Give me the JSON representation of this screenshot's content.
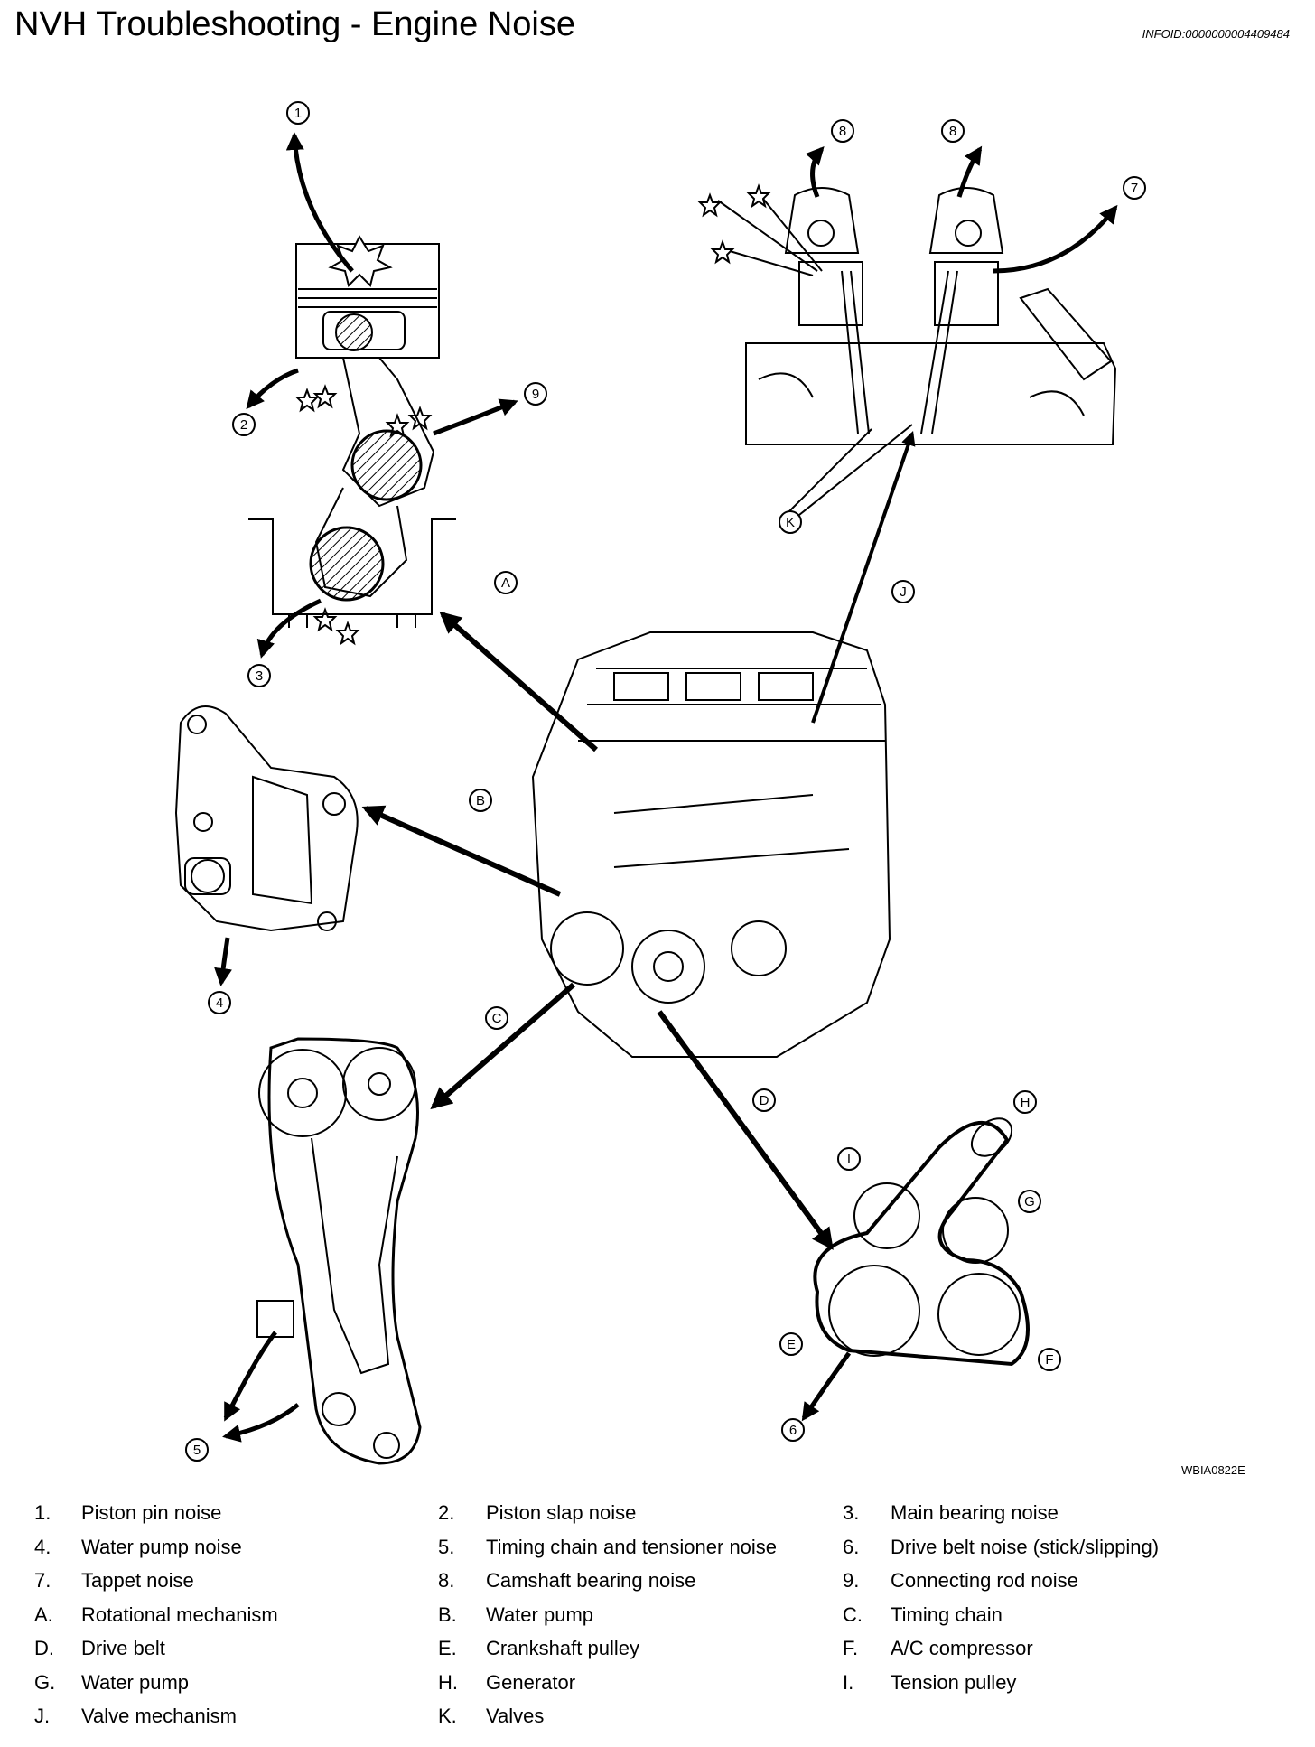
{
  "header": {
    "title": "NVH Troubleshooting - Engine Noise",
    "info_id": "INFOID:0000000004409484"
  },
  "figure": {
    "code": "WBIA0822E",
    "callouts": [
      "1",
      "2",
      "3",
      "4",
      "5",
      "6",
      "7",
      "8",
      "9",
      "A",
      "B",
      "C",
      "D",
      "E",
      "F",
      "G",
      "H",
      "I",
      "J",
      "K"
    ]
  },
  "legend": [
    {
      "key": "1.",
      "label": "Piston pin noise"
    },
    {
      "key": "2.",
      "label": "Piston slap noise"
    },
    {
      "key": "3.",
      "label": "Main bearing noise"
    },
    {
      "key": "4.",
      "label": "Water pump noise"
    },
    {
      "key": "5.",
      "label": "Timing chain and tensioner noise"
    },
    {
      "key": "6.",
      "label": "Drive belt noise (stick/slipping)"
    },
    {
      "key": "7.",
      "label": "Tappet noise"
    },
    {
      "key": "8.",
      "label": "Camshaft bearing noise"
    },
    {
      "key": "9.",
      "label": "Connecting rod noise"
    },
    {
      "key": "A.",
      "label": "Rotational mechanism"
    },
    {
      "key": "B.",
      "label": "Water pump"
    },
    {
      "key": "C.",
      "label": "Timing chain"
    },
    {
      "key": "D.",
      "label": "Drive belt"
    },
    {
      "key": "E.",
      "label": "Crankshaft pulley"
    },
    {
      "key": "F.",
      "label": "A/C compressor"
    },
    {
      "key": "G.",
      "label": "Water pump"
    },
    {
      "key": "H.",
      "label": "Generator"
    },
    {
      "key": "I.",
      "label": "Tension pulley"
    },
    {
      "key": "J.",
      "label": "Valve mechanism"
    },
    {
      "key": "K.",
      "label": "Valves"
    }
  ]
}
